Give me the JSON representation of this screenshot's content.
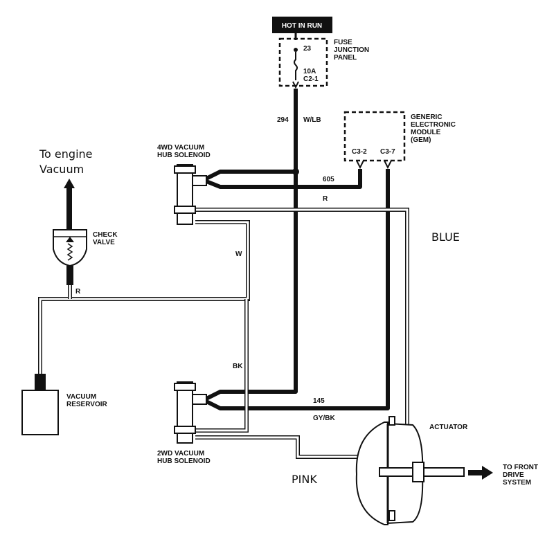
{
  "power": {
    "hot_in_run": "HOT IN RUN"
  },
  "fuse_panel": {
    "title_line1": "FUSE",
    "title_line2": "JUNCTION",
    "title_line3": "PANEL",
    "fuse_number": "23",
    "fuse_rating": "10A",
    "connector": "C2-1"
  },
  "wires": {
    "circuit_294": "294",
    "color_wlb": "W/LB",
    "circuit_605": "605",
    "color_r": "R",
    "circuit_145": "145",
    "color_gybk": "GY/BK"
  },
  "gem": {
    "title_line1": "GENERIC",
    "title_line2": "ELECTRONIC",
    "title_line3": "MODULE",
    "title_line4": "(GEM)",
    "pin_c3_2": "C3-2",
    "pin_c3_7": "C3-7"
  },
  "solenoid_4wd": {
    "line1": "4WD VACUUM",
    "line2": "HUB SOLENOID"
  },
  "solenoid_2wd": {
    "line1": "2WD VACUUM",
    "line2": "HUB SOLENOID"
  },
  "check_valve": {
    "line1": "CHECK",
    "line2": "VALVE"
  },
  "vacuum_reservoir": {
    "line1": "VACUUM",
    "line2": "RESERVOIR"
  },
  "engine": {
    "line1": "To engine",
    "line2": "Vacuum"
  },
  "hoses": {
    "w": "W",
    "r": "R",
    "bk": "BK"
  },
  "actuator": {
    "label": "ACTUATOR"
  },
  "front_drive": {
    "line1": "TO FRONT",
    "line2": "DRIVE",
    "line3": "SYSTEM"
  },
  "annotations": {
    "blue": "BLUE",
    "pink": "PINK"
  }
}
